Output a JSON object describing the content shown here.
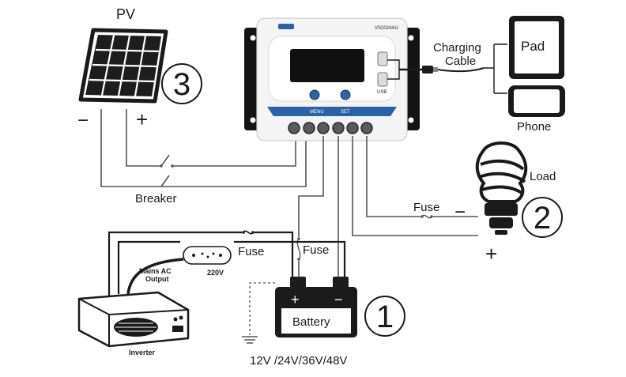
{
  "labels": {
    "pv": "PV",
    "pv_minus": "−",
    "pv_plus": "+",
    "breaker": "Breaker",
    "charging_cable": [
      "Charging",
      "Cable"
    ],
    "pad": "Pad",
    "phone": "Phone",
    "load": "Load",
    "load_fuse": "Fuse",
    "load_minus": "−",
    "load_plus": "+",
    "inverter_fuse": "Fuse",
    "battery_fuse": "Fuse",
    "mains_ac_output": [
      "Mains AC",
      "Output"
    ],
    "outlet_voltage": "220V",
    "inverter": "Inverter",
    "battery": "Battery",
    "battery_plus": "+",
    "battery_minus": "−",
    "battery_voltages": "12V /24V/36V/48V",
    "controller_model": "VS2024AU",
    "controller_menu": "MENU",
    "controller_set": "SET",
    "controller_usb": "USB"
  },
  "callouts": {
    "battery": "1",
    "load": "2",
    "pv": "3"
  },
  "colors": {
    "accent_blue": "#2c62a8",
    "screen_black": "#111111",
    "battery_body": "#1b1b1b",
    "line_gray": "#555555"
  }
}
